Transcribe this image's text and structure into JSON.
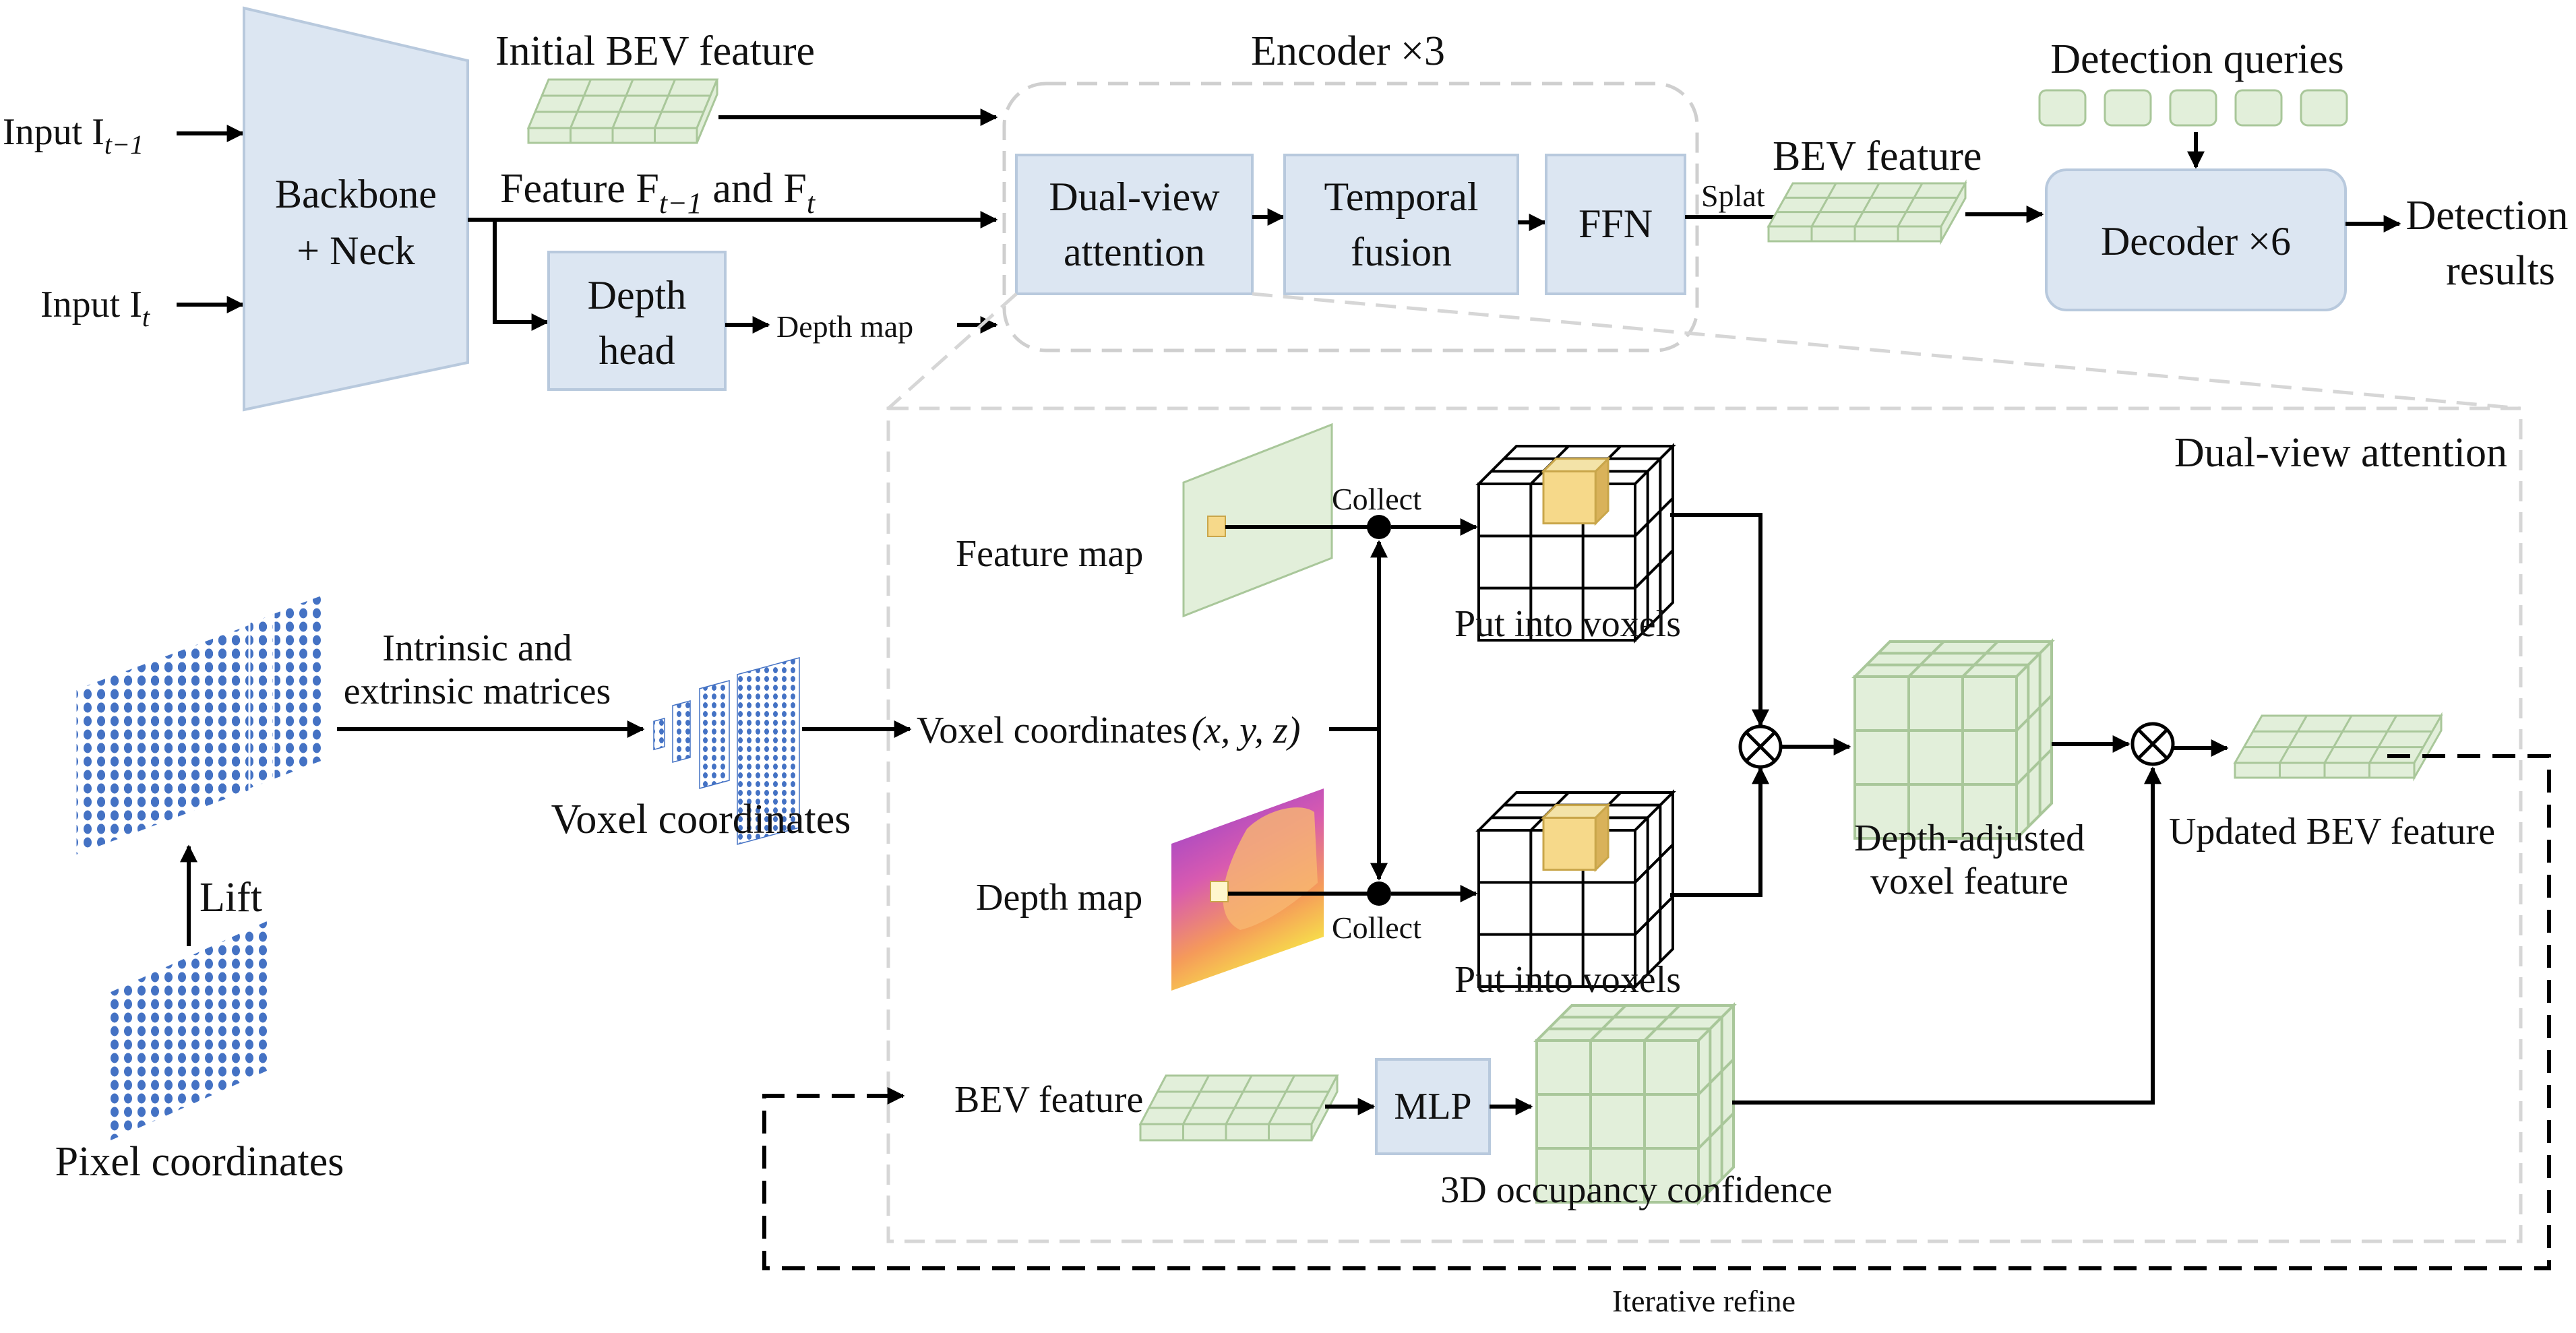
{
  "colors": {
    "box_fill": "#dce6f2",
    "box_stroke": "#b8c9dd",
    "grid_fill": "#e2efda",
    "grid_stroke": "#a9c79a",
    "dash_stroke": "#cfcfcf",
    "dot_blue": "#4472c4",
    "highlight": "#f6d98a",
    "arrow": "#000000"
  },
  "top": {
    "input_prev": "Input I",
    "input_prev_sub": "t−1",
    "input_cur": "Input I",
    "input_cur_sub": "t",
    "backbone_line1": "Backbone",
    "backbone_line2": "+ Neck",
    "initial_bev": "Initial BEV feature",
    "feature_label": "Feature F",
    "feature_sub1": "t−1",
    "feature_and": " and F",
    "feature_sub2": "t",
    "depth_head_line1": "Depth",
    "depth_head_line2": "head",
    "depth_map": "Depth map",
    "encoder_title": "Encoder ×3",
    "dual_view_line1": "Dual-view",
    "dual_view_line2": "attention",
    "temporal_line1": "Temporal",
    "temporal_line2": "fusion",
    "ffn": "FFN",
    "splat": "Splat",
    "bev_feature": "BEV feature",
    "detection_queries": "Detection queries",
    "decoder": "Decoder ×6",
    "detection_results_line1": "Detection",
    "detection_results_line2": "results"
  },
  "dual_view": {
    "title": "Dual-view attention",
    "feature_map": "Feature map",
    "collect_top": "Collect",
    "collect_bottom": "Collect",
    "put_voxels_top": "Put into voxels",
    "put_voxels_bottom": "Put into voxels",
    "voxel_coords_label": "Voxel coordinates",
    "voxel_coords_math": "(x, y, z)",
    "depth_map": "Depth map",
    "depth_adjusted_line1": "Depth-adjusted",
    "depth_adjusted_line2": "voxel feature",
    "updated_bev": "Updated BEV feature",
    "bev_feature": "BEV feature",
    "mlp": "MLP",
    "occupancy": "3D occupancy confidence",
    "iterative_refine": "Iterative refine"
  },
  "left": {
    "intrinsic_line1": "Intrinsic and",
    "intrinsic_line2": "extrinsic matrices",
    "voxel_coordinates": "Voxel coordinates",
    "lift": "Lift",
    "pixel_coordinates": "Pixel coordinates"
  }
}
